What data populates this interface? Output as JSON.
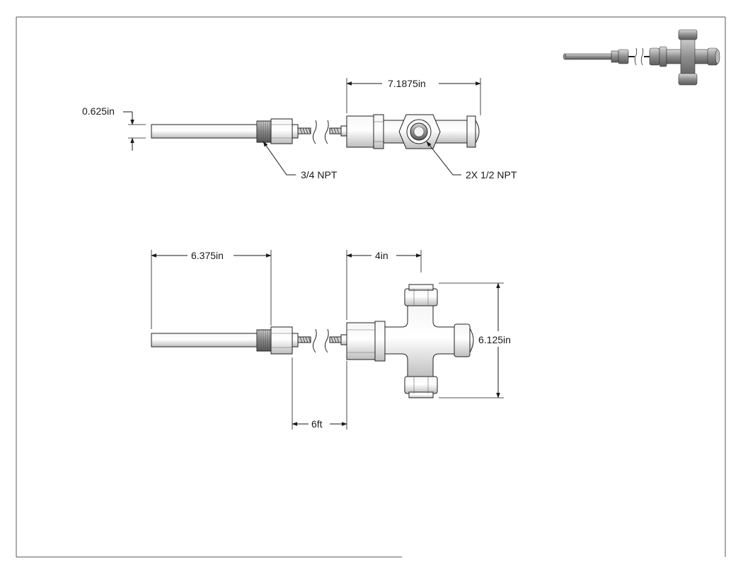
{
  "dimensions": {
    "tube_diameter": "0.625in",
    "top_length": "7.1875in",
    "bottom_rod_length": "6.375in",
    "bottom_branch": "4in",
    "bottom_height": "6.125in",
    "cable_length": "6ft"
  },
  "callouts": {
    "npt_main": "3/4 NPT",
    "npt_ports": "2X 1/2 NPT"
  },
  "colors": {
    "line": "#1a1a1a",
    "metal_light": "#e6e6e6",
    "metal_dark": "#9a9a9a"
  },
  "icons": {
    "thumbnail": "isometric-assembly-icon"
  }
}
